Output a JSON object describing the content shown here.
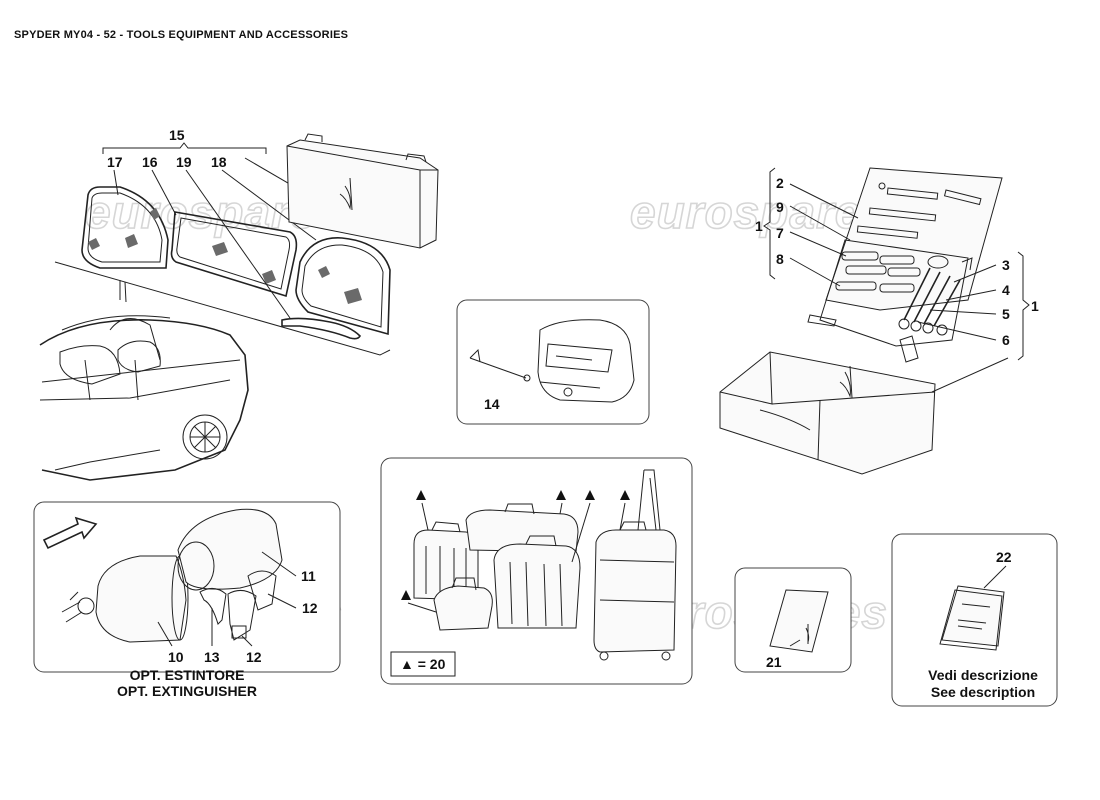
{
  "header": {
    "title": "SPYDER MY04 - 52 - TOOLS EQUIPMENT AND ACCESSORIES"
  },
  "watermark": {
    "text": "eurospares",
    "color": "#d6d6d6"
  },
  "colors": {
    "ink": "#222222",
    "panel_border": "#444444",
    "background": "#ffffff"
  },
  "callouts": {
    "c15": "15",
    "c17": "17",
    "c16": "16",
    "c19": "19",
    "c18": "18",
    "c14": "14",
    "c2": "2",
    "c9": "9",
    "c7": "7",
    "c8": "8",
    "c1_left": "1",
    "c3": "3",
    "c4": "4",
    "c5": "5",
    "c6": "6",
    "c1_right": "1",
    "c11": "11",
    "c12_right": "12",
    "c10": "10",
    "c13": "13",
    "c12_bottom": "12",
    "c21": "21",
    "c22": "22"
  },
  "legend": {
    "luggage": "▲ = 20"
  },
  "captions": {
    "extinguisher_it": "OPT. ESTINTORE",
    "extinguisher_en": "OPT. EXTINGUISHER",
    "description_it": "Vedi descrizione",
    "description_en": "See description"
  }
}
